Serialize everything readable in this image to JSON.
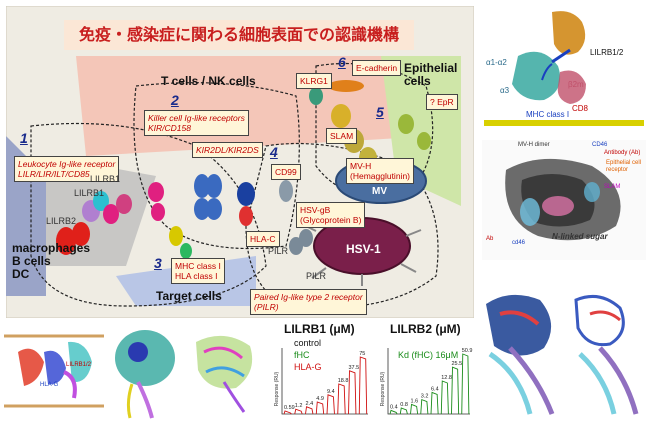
{
  "title": "免疫・感染症に関わる細胞表面での認識機構",
  "cells": {
    "t_nk": "T cells / NK cells",
    "epithelial": "Epithelial cells",
    "macrophages": "macrophages\nB cells\nDC",
    "target": "Target cells",
    "hsv": "HSV-1",
    "mv": "MV"
  },
  "numbers": [
    "1",
    "2",
    "3",
    "4",
    "5",
    "6"
  ],
  "boxes": {
    "lilr": "Leukocyte Ig-like receptor\nLILR/LIR/ILT/CD85",
    "kir": "Killer cell Ig-like receptors\nKIR/CD158",
    "kir2dl": "KIR2DL/KIR2DS",
    "hla_c": "HLA-C",
    "mhc": "MHC class I\nHLA class I",
    "cd99": "CD99",
    "hsvgb": "HSV-gB\n(Glycoprotein B)",
    "pilr": "Paired Ig-like type 2 receptor\n(PILR)",
    "slam": "SLAM",
    "mvh": "MV-H\n(Hemagglutinin)",
    "epr": "? EpR",
    "klrg1": "KLRG1",
    "ecad": "E-cadherin"
  },
  "labels": {
    "lilrb1a": "LILRB1",
    "lilrb1b": "LILRB1",
    "lilrb2": "LILRB2",
    "pilra": "PILR",
    "pilrb": "PILR"
  },
  "struct_top": {
    "receptor": "LILRB1/2",
    "a12": "α1-α2",
    "a3": "α3",
    "b2m": "β2m",
    "cd8": "CD8",
    "mhc": "MHC class I"
  },
  "struct_mid": {
    "dimer": "MV-H dimer",
    "antibody": "Antibody (Ab)",
    "epr": "Epithelial cell receptor",
    "slam": "SLAM",
    "cd46a": "CD46",
    "cd46b": "cd46",
    "ab": "Ab",
    "sugar": "N-linked sugar"
  },
  "bottom_left": {
    "hla": "HLA-G",
    "lilr": "LILRB1/2"
  },
  "graph1": {
    "title": "LILRB1 (μM)",
    "legend": [
      "control",
      "fHC",
      "HLA-G"
    ],
    "legend_colors": [
      "#111111",
      "#1a8c1a",
      "#d01010"
    ],
    "values": [
      "0.59",
      "1.2",
      "2.4",
      "4.9",
      "9.4",
      "18.8",
      "37.5",
      "75"
    ],
    "heights": [
      0.05,
      0.08,
      0.12,
      0.2,
      0.32,
      0.5,
      0.72,
      0.95
    ],
    "ylabel": "Response (RU)"
  },
  "graph2": {
    "title": "LILRB2 (μM)",
    "legend": [
      "Kd (fHC) 16μM"
    ],
    "legend_colors": [
      "#1a8c1a"
    ],
    "values": [
      "0.4",
      "0.8",
      "1.6",
      "3.2",
      "6.4",
      "12.8",
      "25.5",
      "50.9"
    ],
    "heights": [
      0.06,
      0.1,
      0.16,
      0.24,
      0.36,
      0.55,
      0.78,
      1.0
    ],
    "ylabel": "Response (RU)"
  },
  "colors": {
    "title_red": "#c81e1e",
    "box_text": "#c00000",
    "number_blue": "#1a2b8c",
    "panel_bg": "#efece3"
  }
}
